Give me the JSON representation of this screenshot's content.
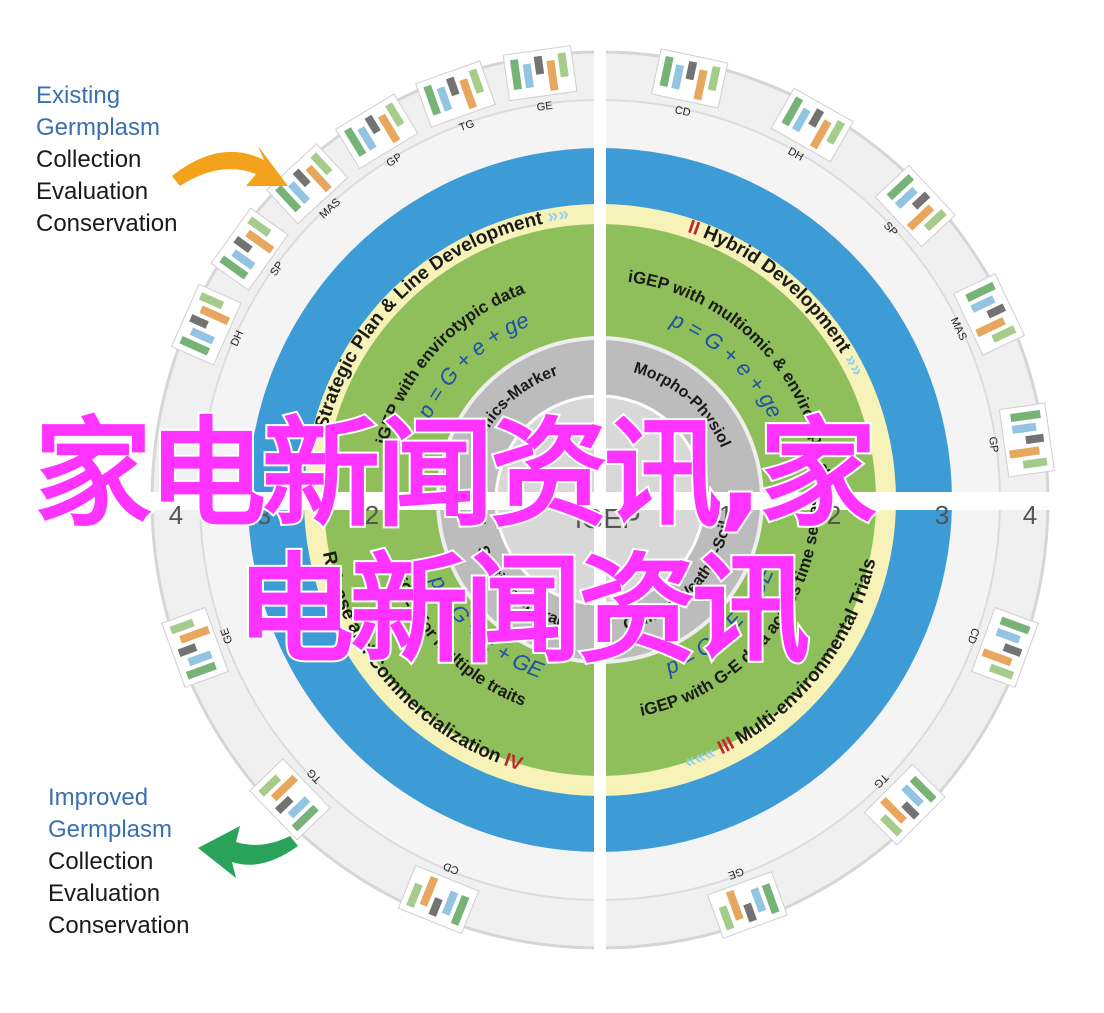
{
  "colors": {
    "ring_blue": "#3d9bd6",
    "ring_green": "#8fbf5a",
    "ring_cream": "#f6f2b8",
    "ring_gray": "#bcbcbc",
    "outer_ring": "#f0f0f0",
    "blue_text": "#3a6fb0",
    "roman_red": "#c0272d",
    "orange_arrow": "#f2a31b",
    "green_arrow": "#2aa35a",
    "watermark": "#ff33ff"
  },
  "top_left": {
    "blue_lines": [
      "Existing",
      "Germplasm"
    ],
    "dark_lines": [
      "Collection",
      "Evaluation",
      "Conservation"
    ],
    "arrow_icon": "orange-curved-arrow"
  },
  "bottom_left": {
    "blue_lines": [
      "Improved",
      "Germplasm"
    ],
    "dark_lines": [
      "Collection",
      "Evaluation",
      "Conservation"
    ],
    "arrow_icon": "green-curved-arrow"
  },
  "blue_ring": {
    "quadrants": [
      {
        "numeral": "",
        "text": "Strategic Plan & Line Development",
        "chevrons": "»»"
      },
      {
        "numeral": "II",
        "text": " Hybrid Development",
        "chevrons": "»»"
      },
      {
        "numeral": "III",
        "text": " Multi-environmental Trials",
        "chevrons": "«««"
      },
      {
        "numeral": "IV",
        "text": " Release and Commercialization",
        "chevrons": ""
      }
    ]
  },
  "green_ring": {
    "quadrants": [
      {
        "line1": "iGEP with envirotypic data",
        "formula": "p = G + e + ge"
      },
      {
        "line1": "iGEP with multiomic & envirotypic data",
        "formula": "p = G + e + ge"
      },
      {
        "line1": "iGEP with G-E data across time series",
        "formula": "p = G + E + GE"
      },
      {
        "line1": "iGEP for multiple traits",
        "formula": "p = G + E + GE"
      }
    ]
  },
  "gray_ring": {
    "labels": [
      "Omics-Marker",
      "Morpho-Physiol",
      "Climate-Weather-Soil",
      "Spatiotemporal"
    ]
  },
  "center_label": "iGEP",
  "axis_numbers": {
    "left": [
      "4",
      "3",
      "2",
      "1"
    ],
    "right": [
      "1",
      "2",
      "3",
      "4"
    ]
  },
  "thumbnail_labels": {
    "top_left": [
      "GE",
      "TG",
      "GP",
      "MAS",
      "SP",
      "DH"
    ],
    "top_right": [
      "CD",
      "DH",
      "SP",
      "MAS",
      "GP"
    ],
    "bottom_left": [
      "GE",
      "TG",
      "CD"
    ],
    "bottom_right": [
      "CD",
      "TG",
      "GE"
    ]
  },
  "watermark": {
    "line1": "家电新闻资讯,家",
    "line2": "电新闻资讯"
  }
}
